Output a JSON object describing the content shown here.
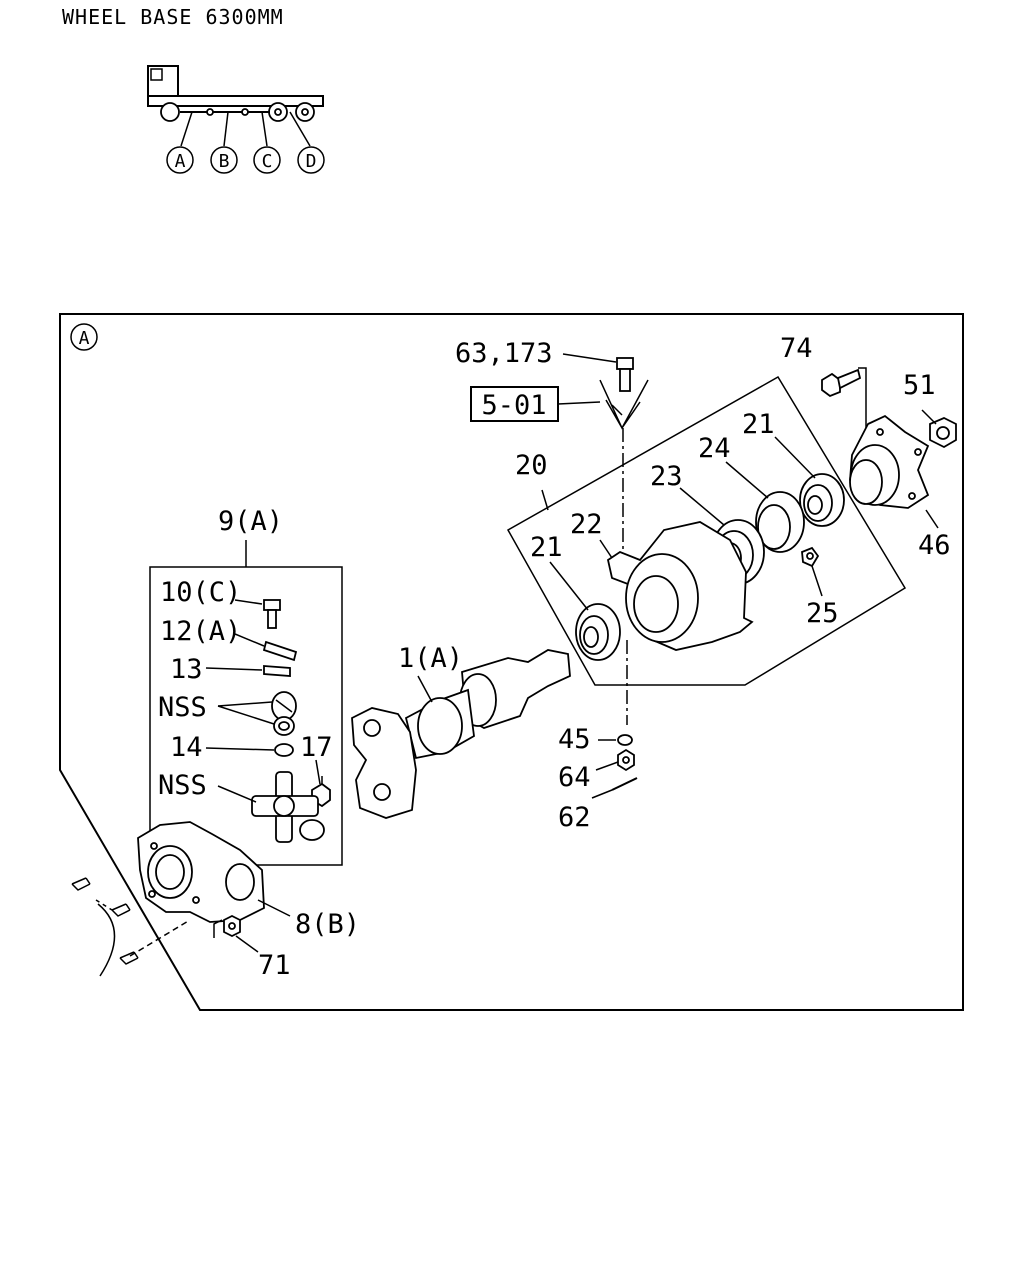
{
  "title": "WHEEL BASE 6300MM",
  "positions": [
    "A",
    "B",
    "C",
    "D"
  ],
  "section_marker": "A",
  "boxed_reference": "5-01",
  "labels": {
    "p63_173": "63,173",
    "p74": "74",
    "p51": "51",
    "p21_top": "21",
    "p24": "24",
    "p23": "23",
    "p20": "20",
    "p22": "22",
    "p21_left": "21",
    "p46": "46",
    "p25": "25",
    "p9A": "9(A)",
    "p10C": "10(C)",
    "p12A": "12(A)",
    "p13": "13",
    "nss1": "NSS",
    "p14": "14",
    "p17": "17",
    "nss2": "NSS",
    "p1A": "1(A)",
    "p45": "45",
    "p64": "64",
    "p62": "62",
    "p8B": "8(B)",
    "p71": "71"
  }
}
